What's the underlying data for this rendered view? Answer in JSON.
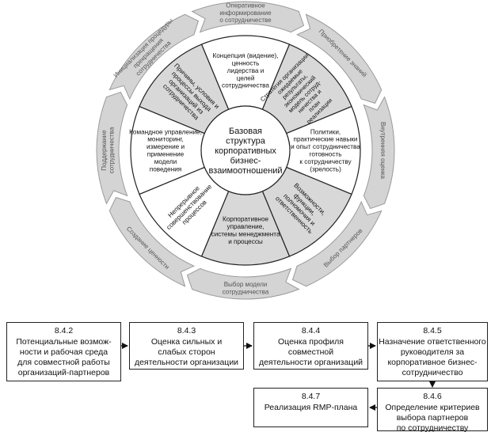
{
  "center": {
    "lines": [
      "Базовая",
      "структура",
      "корпоративных",
      "бизнес-",
      "взаимоотношений"
    ]
  },
  "inner_segments": [
    {
      "id": "concept",
      "lines": [
        "Концепция (видение),",
        "ценность",
        "лидерства и",
        "целей",
        "сотрудничества"
      ]
    },
    {
      "id": "strategy",
      "lines": [
        "Стратегия организации,",
        "ожидаемые",
        "результаты,",
        "экономический",
        "модель сотруд-",
        "ничества и",
        "план",
        "реализации"
      ]
    },
    {
      "id": "policies",
      "lines": [
        "Политики,",
        "практические навыки",
        "и опыт сотрудничества",
        "готовность",
        "к сотрудничеству",
        "(зрелость)"
      ]
    },
    {
      "id": "capabilities",
      "lines": [
        "Возможности,",
        "функции,",
        "полномочия и",
        "ответственность"
      ]
    },
    {
      "id": "governance",
      "lines": [
        "Корпоративное",
        "управление,",
        "системы менеджмента",
        "и процессы"
      ]
    },
    {
      "id": "improvement",
      "lines": [
        "Непрерывное",
        "совершенствование",
        "процессов"
      ]
    },
    {
      "id": "command",
      "lines": [
        "Командное управление,",
        "мониторинг,",
        "измерение и",
        "применение",
        "модели",
        "поведения"
      ]
    },
    {
      "id": "reasons",
      "lines": [
        "Причины, условия и",
        "процессы выхода",
        "организаций из",
        "сотрудничества"
      ]
    }
  ],
  "outer_segments": [
    {
      "id": "notification",
      "lines": [
        "Оперативное",
        "информирование",
        "о сотрудничестве"
      ]
    },
    {
      "id": "knowledge",
      "lines": [
        "Приобретение знаний"
      ]
    },
    {
      "id": "internal",
      "lines": [
        "Внутренняя оценка"
      ]
    },
    {
      "id": "partners",
      "lines": [
        "Выбор партнеров"
      ]
    },
    {
      "id": "model",
      "lines": [
        "Выбор модели",
        "сотрудничества"
      ]
    },
    {
      "id": "value",
      "lines": [
        "Создание ценности"
      ]
    },
    {
      "id": "support",
      "lines": [
        "Поддержание",
        "сотрудничества"
      ]
    },
    {
      "id": "initiation",
      "lines": [
        "Инициализация процедуры",
        "прекращения",
        "сотрудничества"
      ]
    }
  ],
  "process_boxes": [
    {
      "id": "b842",
      "num": "8.4.2",
      "text": "Потенциальные возмож-\nности и рабочая среда\nдля совместной работы\nорганизаций-партнеров"
    },
    {
      "id": "b843",
      "num": "8.4.3",
      "text": "Оценка сильных и\nслабых сторон\nдеятельности организации"
    },
    {
      "id": "b844",
      "num": "8.4.4",
      "text": "Оценка профиля\nсовместной\nдеятельности организаций"
    },
    {
      "id": "b845",
      "num": "8.4.5",
      "text": "Назначение ответственного\nруководителя за\nкорпоративное бизнес-\nсотрудничество"
    },
    {
      "id": "b846",
      "num": "8.4.6",
      "text": "Определение критериев\nвыбора партнеров\nпо сотрудничеству"
    },
    {
      "id": "b847",
      "num": "8.4.7",
      "text": "Реализация RMP-плана"
    }
  ]
}
